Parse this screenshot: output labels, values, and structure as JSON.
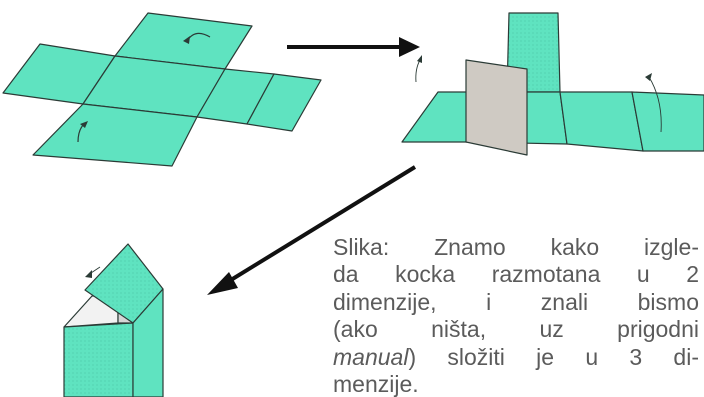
{
  "colors": {
    "face": "#5fe3c0",
    "face_dark": "#4bc9a8",
    "outline": "#2b3b36",
    "gray_face": "#cfcac3",
    "arrow": "#111111",
    "caption_text": "#5b5b5b"
  },
  "caption": {
    "line1": "Slika: Znamo kako izgle-",
    "line2": "da kocka razmotana u 2",
    "line3": "dimenzije, i znali bismo",
    "line4": "(ako ništa, uz prigodni",
    "line5_em": "manual",
    "line5_rest": ") složiti je u 3 di-",
    "line6": "menzije."
  }
}
